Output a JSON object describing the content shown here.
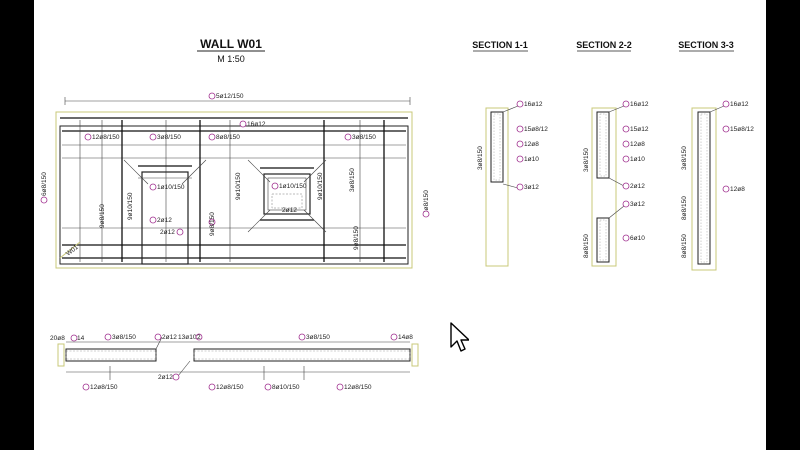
{
  "titles": {
    "wall": "WALL W01",
    "scale": "M 1:50",
    "section_1": "SECTION 1-1",
    "section_2": "SECTION 2-2",
    "section_3": "SECTION 3-3"
  },
  "elevation_labels": {
    "top_dim": "5ø12/150",
    "top_bar": "16ø12",
    "upper_left": "12ø8/150",
    "upper_mid1": "3ø8/150",
    "upper_mid2": "8ø8/150",
    "upper_right": "3ø8/150",
    "left_side": "6ø8/150",
    "left_inner": "9ø8/150",
    "door_side": "9ø10/150",
    "door_1": "1ø10/150",
    "door_2": "2ø12",
    "door_3": "2ø12",
    "win_1": "1ø10/150",
    "win_2": "2ø12",
    "win_side1": "9ø10/150",
    "win_side2": "9ø10/150",
    "right_inner": "9ø8/150",
    "right_side": "6ø8/150",
    "mid_vertical": "9ø8/150",
    "corner": "W01"
  },
  "plan_labels": {
    "left_end": "20ø8",
    "left_mark": "14",
    "top_1": "3ø8/150",
    "top_2": "2ø12",
    "top_3": "13ø10",
    "top_4": "2",
    "top_5": "3ø8/150",
    "top_6": "14ø8",
    "bottom_1": "12ø8/150",
    "bottom_2": "2ø12",
    "bottom_3": "12ø8/150",
    "bottom_4": "8ø10/150",
    "bottom_5": "12ø8/150"
  },
  "section_labels": {
    "s1_top": "16ø12",
    "s1_a": "15ø8/12",
    "s1_b": "12ø8",
    "s1_c": "1ø10",
    "s1_bottom": "3ø12",
    "s1_side": "3ø8/150",
    "s2_top": "16ø12",
    "s2_a": "15ø12",
    "s2_b": "12ø8",
    "s2_c": "1ø10",
    "s2_mid": "2ø12",
    "s2_mid2": "3ø12",
    "s2_low": "6ø10",
    "s2_side": "3ø8/150",
    "s2_side2": "8ø8/150",
    "s3_top": "16ø12",
    "s3_a": "15ø8/12",
    "s3_b": "12ø8",
    "s3_side": "3ø8/150",
    "s3_side2": "8ø8/150",
    "s3_side3": "8ø8/150"
  },
  "colors": {
    "ink": "#222222",
    "label_circle": "#a0308f",
    "insulation": "#c9c878",
    "background": "#ffffff",
    "frame": "#000000"
  },
  "icons": {
    "cursor": "mouse-pointer-icon"
  }
}
